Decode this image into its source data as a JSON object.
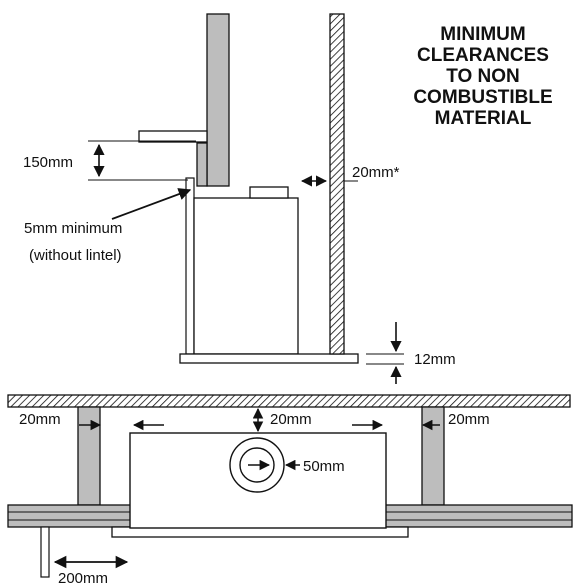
{
  "title_lines": [
    "MINIMUM",
    "CLEARANCES",
    "TO NON",
    "COMBUSTIBLE",
    "MATERIAL"
  ],
  "labels": {
    "lintel_gap": "150mm",
    "side_wall_gap": "20mm*",
    "min_gap_line1": "5mm minimum",
    "min_gap_line2": "(without lintel)",
    "hearth_thickness": "12mm",
    "plan_left_gap": "20mm",
    "plan_rear_gap": "20mm",
    "plan_right_gap": "20mm",
    "flue_gap": "50mm",
    "hearth_projection": "200mm"
  },
  "colors": {
    "stroke": "#111111",
    "wall_fill": "#bdbdbd",
    "background": "#ffffff"
  }
}
